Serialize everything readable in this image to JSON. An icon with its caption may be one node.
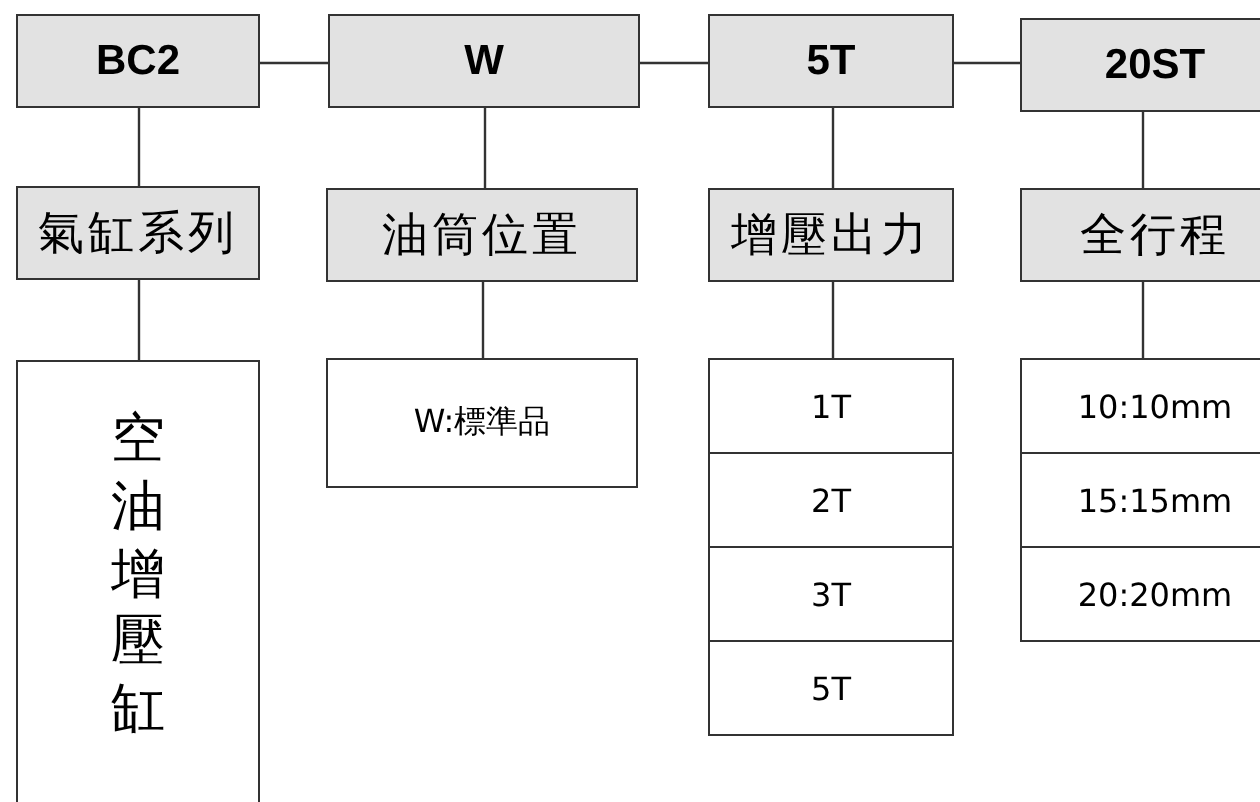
{
  "diagram": {
    "nodes": [
      {
        "text": [
          "BC2"
        ]
      },
      {
        "text": [
          "W"
        ]
      },
      {
        "text": [
          "5T"
        ]
      },
      {
        "text": [
          "20ST"
        ]
      },
      {
        "text": [
          "氣缸系列"
        ]
      },
      {
        "text": [
          "油筒位置"
        ]
      },
      {
        "text": [
          "增壓出力"
        ]
      },
      {
        "text": [
          "全行程"
        ]
      },
      {
        "text": [
          "空油增壓缸"
        ]
      },
      {
        "text": [
          "W:標準品"
        ]
      },
      {
        "text": [
          "1T"
        ]
      },
      {
        "text": [
          "2T"
        ]
      },
      {
        "text": [
          "3T"
        ]
      },
      {
        "text": [
          "5T"
        ]
      },
      {
        "text": [
          "10:10mm"
        ]
      },
      {
        "text": [
          "15:15mm"
        ]
      },
      {
        "text": [
          "20:20mm"
        ]
      }
    ],
    "edges": [
      {
        "from": 0,
        "to": 1,
        "arrow": "none"
      },
      {
        "from": 1,
        "to": 2,
        "arrow": "none"
      },
      {
        "from": 2,
        "to": 3,
        "arrow": "none"
      },
      {
        "from": 0,
        "to": 4,
        "arrow": "none"
      },
      {
        "from": 1,
        "to": 5,
        "arrow": "none"
      },
      {
        "from": 2,
        "to": 6,
        "arrow": "none"
      },
      {
        "from": 3,
        "to": 7,
        "arrow": "none"
      },
      {
        "from": 4,
        "to": 8,
        "arrow": "none"
      },
      {
        "from": 5,
        "to": 9,
        "arrow": "none"
      },
      {
        "from": 6,
        "to": 10,
        "arrow": "none"
      },
      {
        "from": 7,
        "to": 14,
        "arrow": "none"
      }
    ]
  }
}
